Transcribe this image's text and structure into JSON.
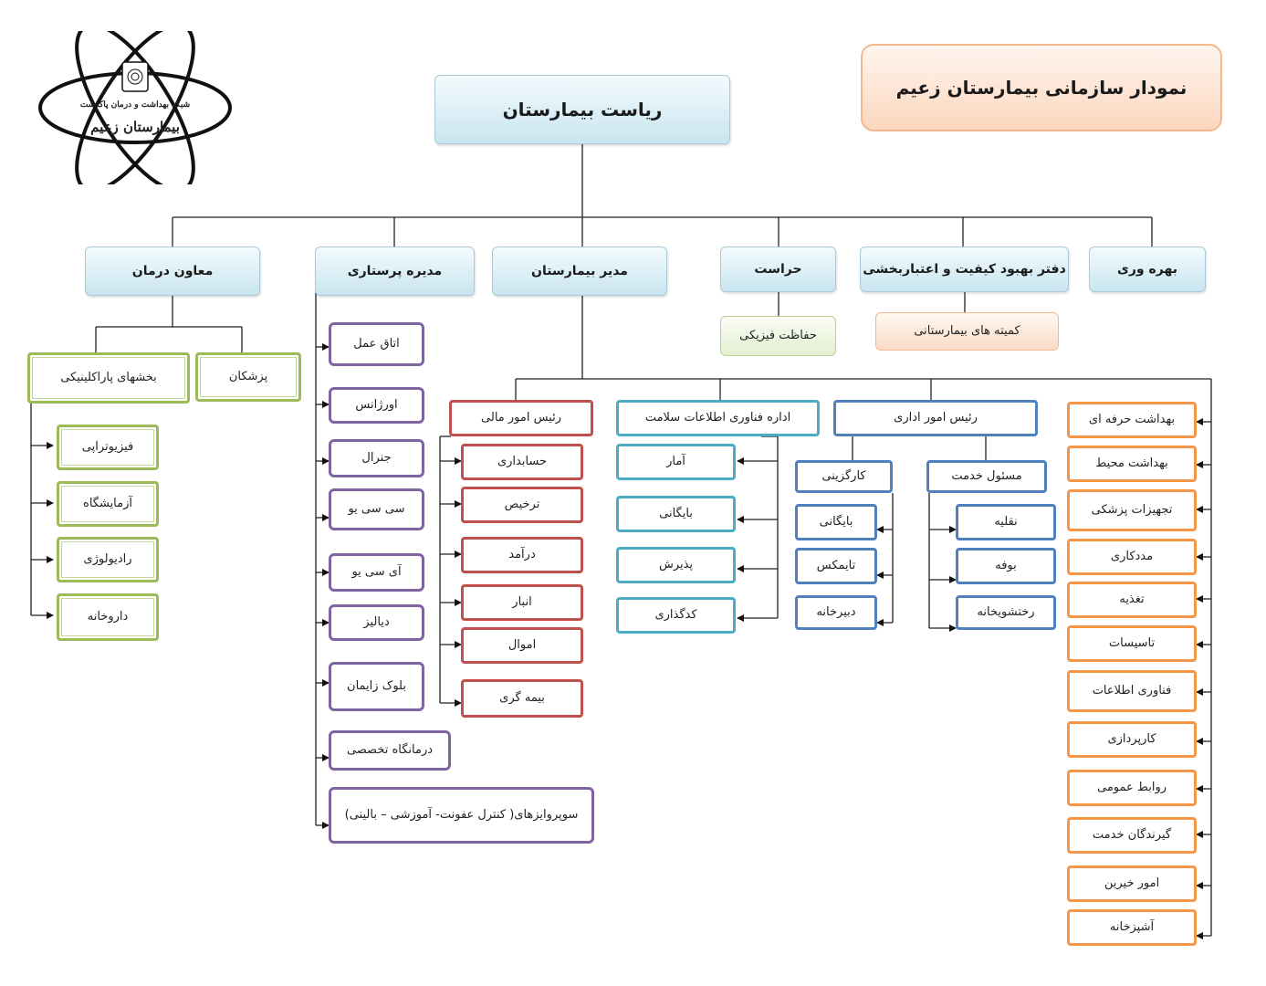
{
  "title": "نمودار سازمانی بیمارستان زعیم",
  "logo": {
    "line1": "شبکه بهداشت و درمان پاکدشت",
    "line2": "بیمارستان زعیم"
  },
  "top": "ریاست بیمارستان",
  "departments": {
    "deputy_treatment": "معاون درمان",
    "nursing_manager": "مدیره پرستاری",
    "hospital_manager": "مدیر بیمارستان",
    "security": "حراست",
    "quality_office": "دفتر بهبود کیفیت و اعتباربخشی",
    "productivity": "بهره وری"
  },
  "security_sub": "حفاظت فیزیکی",
  "quality_sub": "کمیته های بیمارستانی",
  "treatment": {
    "paraclinic": "بخشهای پاراکلینیکی",
    "physicians": "پزشکان",
    "items": [
      "فیزیوتراپی",
      "آزمایشگاه",
      "رادیولوژی",
      "داروخانه"
    ]
  },
  "nursing": {
    "items": [
      "اتاق عمل",
      "اورژانس",
      "جنرال",
      "سی سی یو",
      "آی سی یو",
      "دیالیز",
      "بلوک زایمان",
      "درمانگاه تخصصی",
      "سوپروایزهای( کنترل عفونت- آموزشی – بالینی)"
    ]
  },
  "finance": {
    "head": "رئیس امور مالی",
    "items": [
      "حسابداری",
      "ترخیص",
      "درآمد",
      "انبار",
      "اموال",
      "بیمه گری"
    ]
  },
  "him": {
    "head": "اداره فناوری اطلاعات سلامت",
    "items": [
      "آمار",
      "بایگانی",
      "پذیرش",
      "کدگذاری"
    ]
  },
  "admin": {
    "head": "رئیس امور اداری",
    "hr": "کارگزینی",
    "hr_items": [
      "بایگانی",
      "تایمکس",
      "دبیرخانه"
    ],
    "service": "مسئول خدمت",
    "service_items": [
      "نقلیه",
      "بوفه",
      "رختشویخانه"
    ]
  },
  "support": {
    "items": [
      "بهداشت حرفه ای",
      "بهداشت محیط",
      "تجهیزات پزشکی",
      "مددکاری",
      "تغذیه",
      "تاسیسات",
      "فناوری اطلاعات",
      "کارپردازی",
      "روابط عمومی",
      "گیرندگان خدمت",
      "امور خیرین",
      "آشپزخانه"
    ]
  },
  "colors": {
    "header_border": "#a9c9d8",
    "green": "#9bbb59",
    "purple": "#8064a2",
    "red": "#c0504d",
    "teal": "#4bacc6",
    "blue": "#4f81bd",
    "orange": "#f79646",
    "title_border": "#f0b990"
  }
}
